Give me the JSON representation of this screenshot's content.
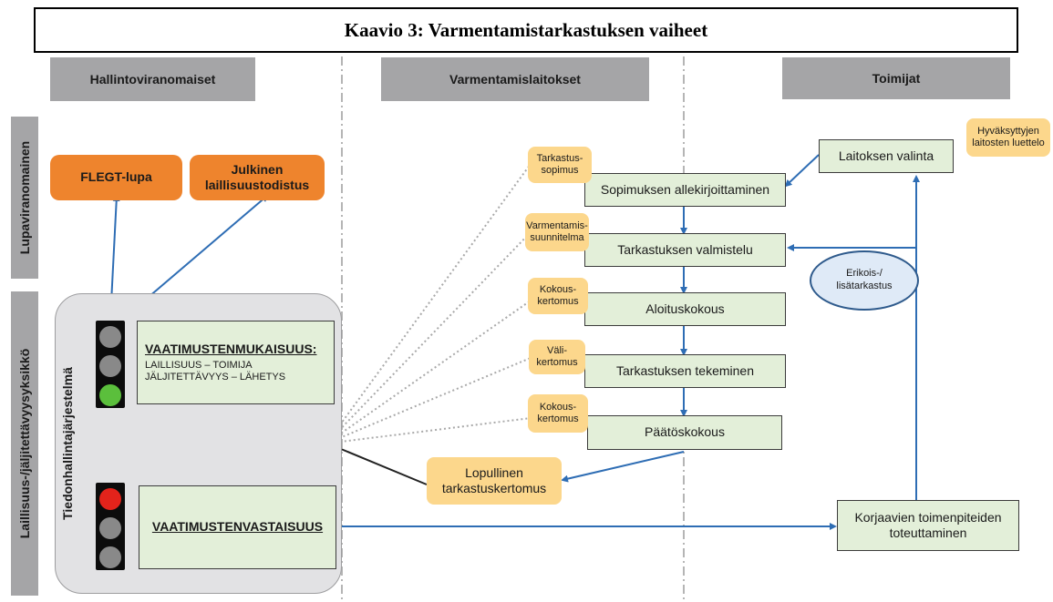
{
  "title": "Kaavio 3: Varmentamistarkastuksen vaiheet",
  "columns": {
    "authorities": "Hallintoviranomaiset",
    "bodies": "Varmentamislaitokset",
    "operators": "Toimijat"
  },
  "rows": {
    "licensing": "Lupaviranomainen",
    "legality": "Laillisuus-/jäljitettävyysyksikkö"
  },
  "system_label": "Tiedonhallintajärjestelmä",
  "outputs": {
    "flegt": "FLEGT-lupa",
    "certificate": [
      "Julkinen",
      "laillisuustodistus"
    ]
  },
  "compliance": {
    "title": "VAATIMUSTENMUKAISUUS:",
    "subtitle": [
      "LAILLISUUS – TOIMIJA",
      "JÄLJITETTÄVYYS – LÄHETYS"
    ]
  },
  "noncompliance": "VAATIMUSTENVASTAISUUS",
  "steps": [
    "Sopimuksen allekirjoittaminen",
    "Tarkastuksen valmistelu",
    "Aloituskokous",
    "Tarkastuksen tekeminen",
    "Päätöskokous"
  ],
  "notes": [
    [
      "Tarkastus-",
      "sopimus"
    ],
    [
      "Varmentamis-",
      "suunnitelma"
    ],
    [
      "Kokous-",
      "kertomus"
    ],
    [
      "Väli-",
      "kertomus"
    ],
    [
      "Kokous-",
      "kertomus"
    ]
  ],
  "final_report": [
    "Lopullinen",
    "tarkastuskertomus"
  ],
  "operator": {
    "selection": "Laitoksen valinta",
    "approved_list": [
      "Hyväksyttyjen",
      "laitosten luettelo"
    ],
    "special": [
      "Erikois-/",
      "lisätarkastus"
    ],
    "corrective": [
      "Korjaavien toimenpiteiden",
      "toteuttaminen"
    ]
  },
  "colors": {
    "arrow": "#2e6db4",
    "step_fill": "#e3efd9",
    "output_orange": "#ee842d",
    "note_yellow": "#fcd78c",
    "header_gray": "#a5a5a7",
    "light_green": "#5bbf3c",
    "light_red": "#e3231b"
  }
}
